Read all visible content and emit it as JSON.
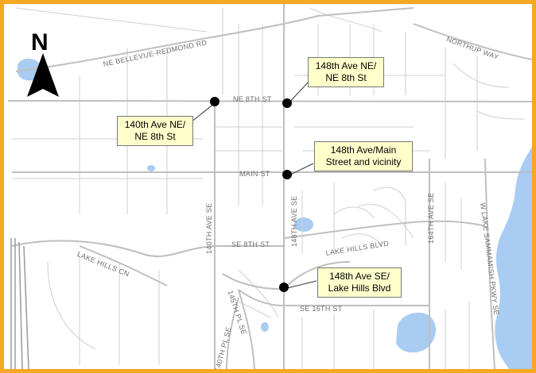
{
  "colors": {
    "border": "#f7a823",
    "road": "#bfbfbf",
    "water": "#a8ccf2",
    "callout_fill": "#ffffcc",
    "marker": "#000000"
  },
  "north_arrow": {
    "letter": "N",
    "icon": "north-arrow-icon"
  },
  "streets": {
    "ne_bellevue_redmond": "NE BELLEVUE-REDMOND RD",
    "northup_way": "NORTHUP WAY",
    "ne_8th_st": "NE 8TH ST",
    "main_st": "MAIN ST",
    "ave_140th_se": "140TH AVE SE",
    "ave_148th_se": "148TH AVE SE",
    "ave_164th_se": "164TH AVE SE",
    "se_8th_st": "SE 8TH ST",
    "lake_hills_blvd": "LAKE HILLS BLVD",
    "lake_hills_cn": "LAKE HILLS CN",
    "se_16th_st": "SE 16TH ST",
    "pl_145th_se": "145TH PL SE",
    "pl_140th_se": "140TH PL SE",
    "w_lake_sammamish": "W LAKE SAMMAMISH PKWY SE"
  },
  "locations": [
    {
      "line1": "148th Ave NE/",
      "line2": "NE 8th St"
    },
    {
      "line1": "140th Ave NE/",
      "line2": "NE 8th St"
    },
    {
      "line1": "148th Ave/Main",
      "line2": "Street and vicinity"
    },
    {
      "line1": "148th Ave SE/",
      "line2": "Lake Hills Blvd"
    }
  ]
}
